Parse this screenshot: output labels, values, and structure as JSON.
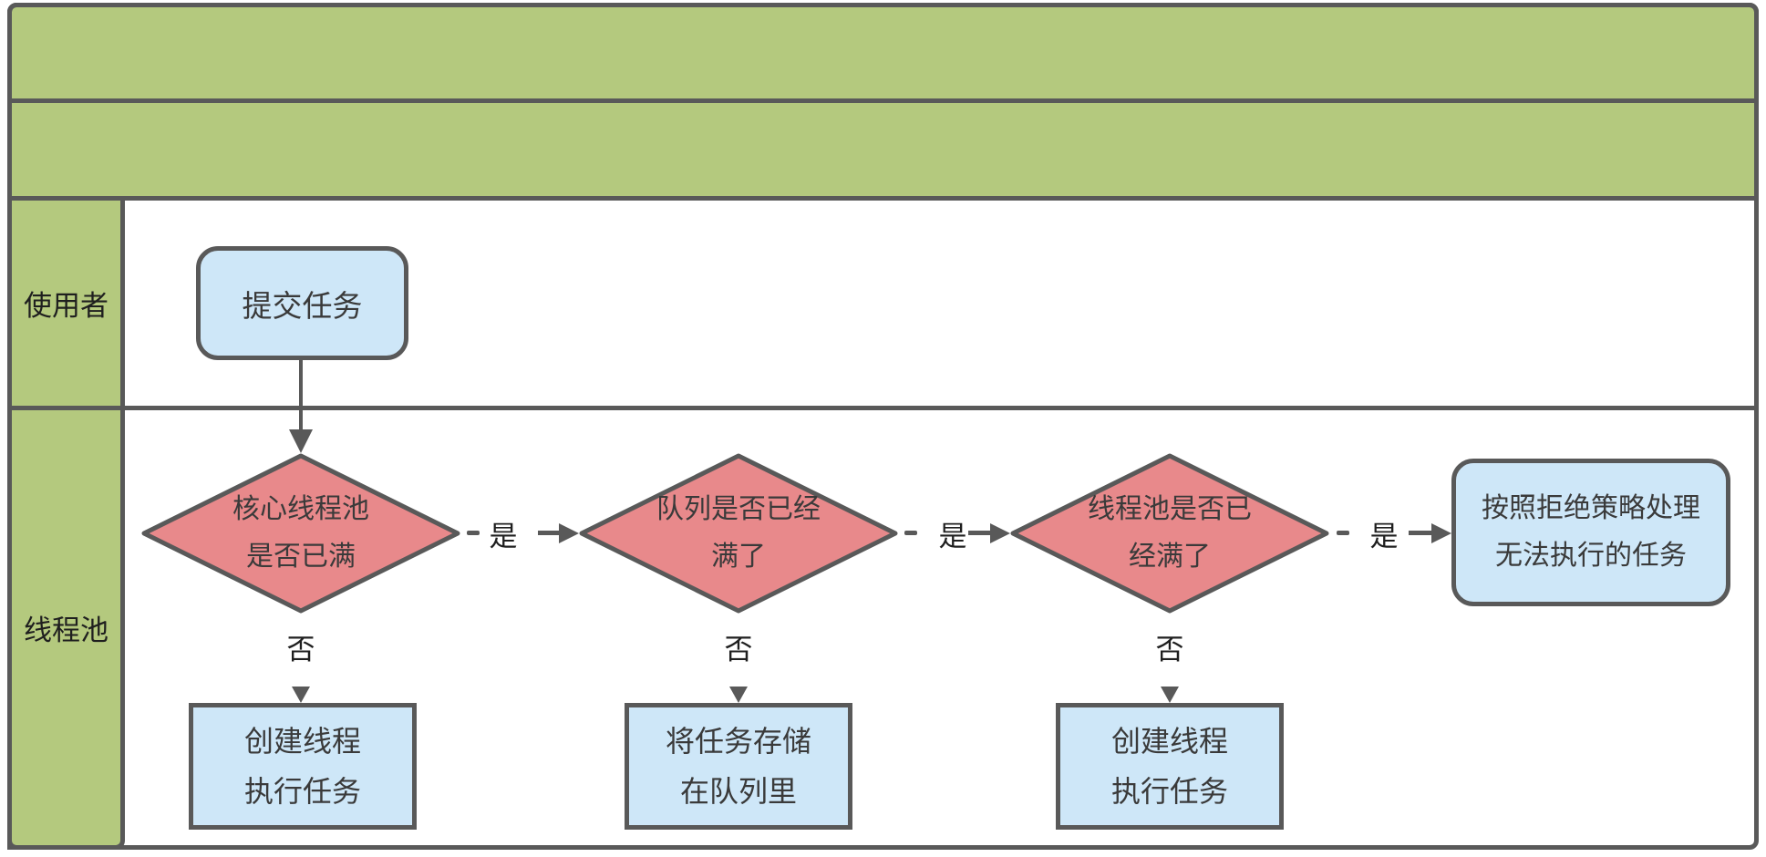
{
  "palette": {
    "green": "#b4c97e",
    "blue": "#cee7f8",
    "red": "#e8898b",
    "stroke": "#595959",
    "text": "#3a3a3a",
    "ink": "#1f1f1f"
  },
  "lanes": [
    {
      "label": "使用者"
    },
    {
      "label": "线程池"
    }
  ],
  "nodes": {
    "submit": {
      "label": "提交任务"
    },
    "decision1": {
      "line1": "核心线程池",
      "line2": "是否已满"
    },
    "decision2": {
      "line1": "队列是否已经",
      "line2": "满了"
    },
    "decision3": {
      "line1": "线程池是否已",
      "line2": "经满了"
    },
    "action1": {
      "line1": "创建线程",
      "line2": "执行任务"
    },
    "action2": {
      "line1": "将任务存储",
      "line2": "在队列里"
    },
    "action3": {
      "line1": "创建线程",
      "line2": "执行任务"
    },
    "reject": {
      "line1": "按照拒绝策略处理",
      "line2": "无法执行的任务"
    }
  },
  "edge_labels": {
    "yes": "是",
    "no": "否"
  }
}
